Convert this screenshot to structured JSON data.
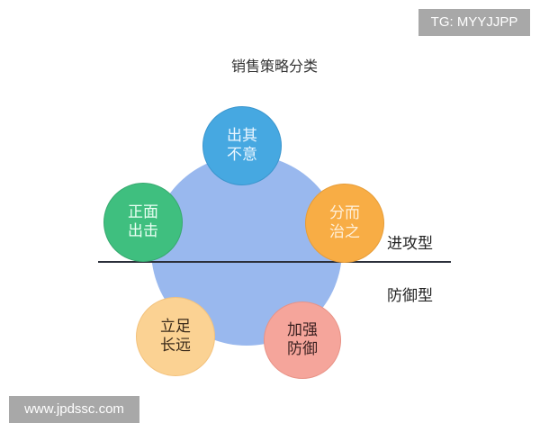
{
  "watermarks": {
    "top_right": "TG: MYYJJPP",
    "bottom_left": "www.jpdssc.com"
  },
  "diagram": {
    "title": "销售策略分类",
    "center_circle_color": "#99b8ee",
    "nodes": [
      {
        "id": "top",
        "line1": "出其",
        "line2": "不意",
        "color": "#46a8e1"
      },
      {
        "id": "left",
        "line1": "正面",
        "line2": "出击",
        "color": "#3fbf7f"
      },
      {
        "id": "right",
        "line1": "分而",
        "line2": "治之",
        "color": "#f8ad45"
      },
      {
        "id": "bottom_left",
        "line1": "立足",
        "line2": "长远",
        "color": "#fbd293"
      },
      {
        "id": "bottom_right",
        "line1": "加强",
        "line2": "防御",
        "color": "#f5a59b"
      }
    ],
    "divider_labels": {
      "above": "进攻型",
      "below": "防御型"
    }
  }
}
